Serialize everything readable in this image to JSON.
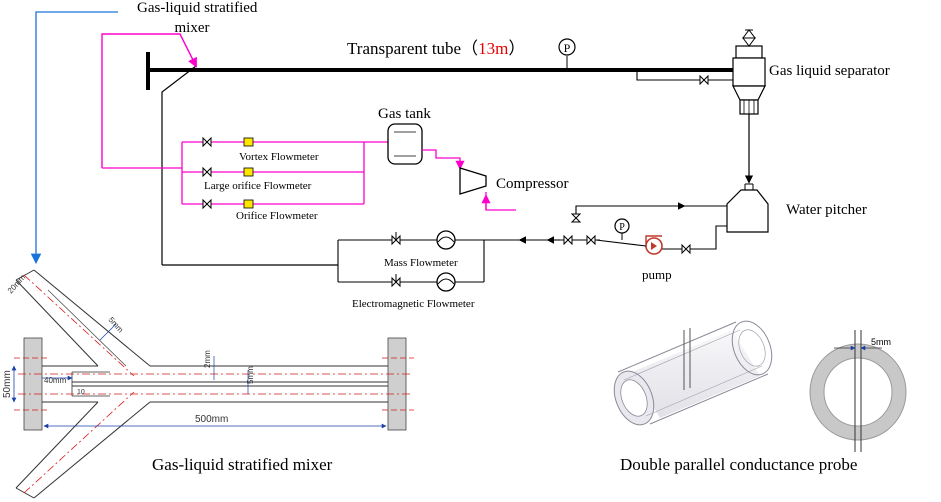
{
  "labels": {
    "mixer_top_line1": "Gas-liquid stratified",
    "mixer_top_line2": "mixer",
    "transparent_tube": "Transparent tube（",
    "tube_length": "13m",
    "tube_close": "）",
    "gas_liquid_separator": "Gas liquid separator",
    "gas_tank": "Gas tank",
    "vortex_flowmeter": "Vortex Flowmeter",
    "large_orifice_flowmeter": "Large orifice Flowmeter",
    "orifice_flowmeter": "Orifice Flowmeter",
    "compressor": "Compressor",
    "water_pitcher": "Water pitcher",
    "pump": "pump",
    "mass_flowmeter": "Mass Flowmeter",
    "electromagnetic_flowmeter": "Electromagnetic Flowmeter",
    "mixer_bottom_caption": "Gas-liquid stratified mixer",
    "probe_caption": "Double parallel conductance probe",
    "pressure_symbol": "P"
  },
  "dimensions": {
    "d_20": "20mm",
    "d_5_branch": "5mm",
    "d_2": "2mm",
    "d_5_inner": "5mm",
    "d_40": "40mm",
    "d_50": "50mm",
    "d_500": "500mm",
    "d_10": "10",
    "probe_5mm": "5mm"
  },
  "colors": {
    "gas_line": "#ff00cc",
    "tube_length_text": "#e60000",
    "leader_blue": "#1a73d9",
    "pump_red": "#c0392b",
    "flowmeter_yellow": "#ffe600",
    "centerline_red": "#d81b1b"
  }
}
